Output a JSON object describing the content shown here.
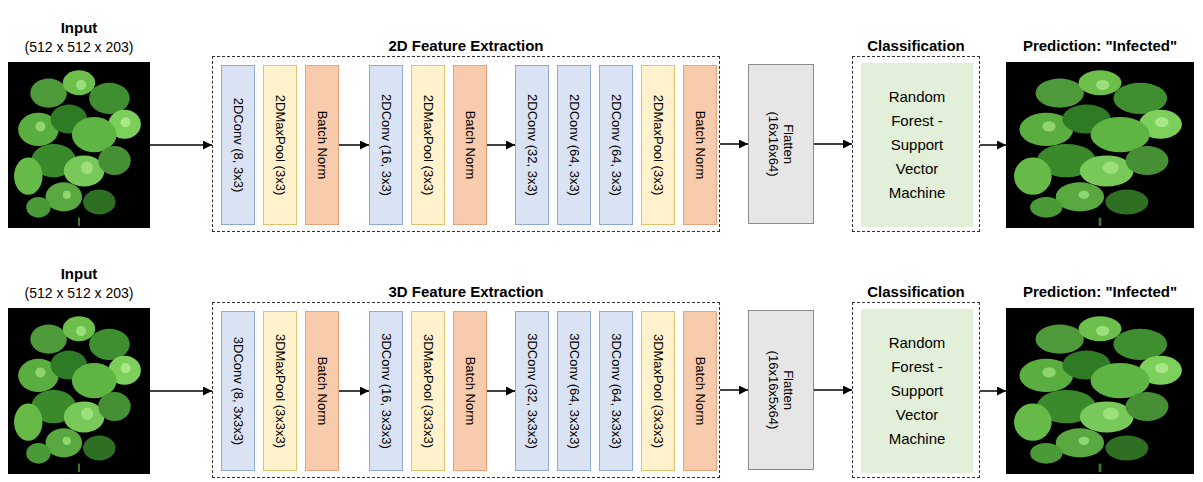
{
  "diagram": {
    "nodes": [
      {
        "text": [
          "Input",
          "(512 x 512 x 203)"
        ]
      },
      {
        "text": [
          "2D Feature Extraction"
        ]
      },
      {
        "text": [
          "2DConv (8, 3x3)"
        ],
        "in": 1
      },
      {
        "text": [
          "2DMaxPool (3x3)"
        ],
        "in": 1
      },
      {
        "text": [
          "Batch Norm"
        ],
        "in": 1
      },
      {
        "text": [
          "2DConv (16, 3x3)"
        ],
        "in": 1
      },
      {
        "text": [
          "2DMaxPool (3x3)"
        ],
        "in": 1
      },
      {
        "text": [
          "Batch Norm"
        ],
        "in": 1
      },
      {
        "text": [
          "2DConv (32, 3x3)"
        ],
        "in": 1
      },
      {
        "text": [
          "2DConv (64, 3x3)"
        ],
        "in": 1
      },
      {
        "text": [
          "2DConv (64, 3x3)"
        ],
        "in": 1
      },
      {
        "text": [
          "2DMaxPool (3x3)"
        ],
        "in": 1
      },
      {
        "text": [
          "Batch Norm"
        ],
        "in": 1
      },
      {
        "text": [
          "Flatten (16x16x64)"
        ]
      },
      {
        "text": [
          "Classification"
        ]
      },
      {
        "text": [
          "Random Forest - Support Vector Machine"
        ],
        "in": 14
      },
      {
        "text": [
          "Prediction: \"Infected\""
        ]
      },
      {
        "text": [
          "Input",
          "(512 x 512 x 203)"
        ]
      },
      {
        "text": [
          "3D Feature Extraction"
        ]
      },
      {
        "text": [
          "3DConv (8, 3x3x3)"
        ],
        "in": 18
      },
      {
        "text": [
          "3DMaxPool (3x3x3)"
        ],
        "in": 18
      },
      {
        "text": [
          "Batch Norm"
        ],
        "in": 18
      },
      {
        "text": [
          "3DConv (16, 3x3x3)"
        ],
        "in": 18
      },
      {
        "text": [
          "3DMaxPool (3x3x3)"
        ],
        "in": 18
      },
      {
        "text": [
          "Batch Norm"
        ],
        "in": 18
      },
      {
        "text": [
          "3DConv (32, 3x3x3)"
        ],
        "in": 18
      },
      {
        "text": [
          "3DConv (64, 3x3x3)"
        ],
        "in": 18
      },
      {
        "text": [
          "3DConv (64, 3x3x3)"
        ],
        "in": 18
      },
      {
        "text": [
          "3DMaxPool (3x3x3)"
        ],
        "in": 18
      },
      {
        "text": [
          "Batch Norm"
        ],
        "in": 18
      },
      {
        "text": [
          "Flatten (16x16x5x64)"
        ]
      },
      {
        "text": [
          "Classification"
        ]
      },
      {
        "text": [
          "Random Forest - Support Vector Machine"
        ],
        "in": 31
      },
      {
        "text": [
          "Prediction: \"Infected\""
        ]
      }
    ],
    "edges": [
      {
        "from": 0,
        "to": 1,
        "arrow": "to"
      },
      {
        "from": 4,
        "to": 5,
        "arrow": "to"
      },
      {
        "from": 7,
        "to": 8,
        "arrow": "to"
      },
      {
        "from": 1,
        "to": 13,
        "arrow": "to"
      },
      {
        "from": 13,
        "to": 14,
        "arrow": "to"
      },
      {
        "from": 14,
        "to": 16,
        "arrow": "to"
      },
      {
        "from": 17,
        "to": 18,
        "arrow": "to"
      },
      {
        "from": 21,
        "to": 22,
        "arrow": "to"
      },
      {
        "from": 24,
        "to": 25,
        "arrow": "to"
      },
      {
        "from": 18,
        "to": 30,
        "arrow": "to"
      },
      {
        "from": 30,
        "to": 31,
        "arrow": "to"
      },
      {
        "from": 31,
        "to": 33,
        "arrow": "to"
      }
    ]
  }
}
